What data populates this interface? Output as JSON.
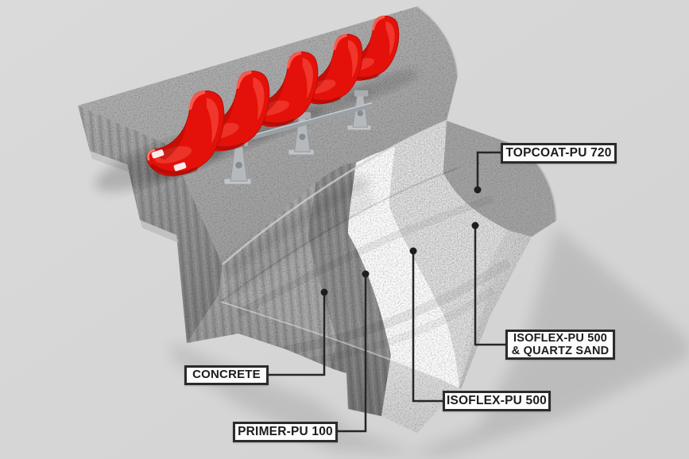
{
  "scene": {
    "background_color": "#d6d6d6",
    "seat_count": 5,
    "seat_color": "#e31109"
  },
  "labels": {
    "topcoat": {
      "text": "TOPCOAT-PU 720"
    },
    "isoflex_quartz": {
      "line1": "ISOFLEX-PU 500",
      "line2": "& QUARTZ SAND"
    },
    "isoflex": {
      "text": "ISOFLEX-PU 500"
    },
    "primer": {
      "text": "PRIMER-PU 100"
    },
    "concrete": {
      "text": "CONCRETE"
    }
  },
  "materials": {
    "concrete_color": "#a6a6a6",
    "primer_color": "#8d8d8d",
    "membrane_color": "#fbfbfb",
    "quartz_color": "#f4f4f4",
    "topcoat_color": "#a8a8a8",
    "label_background": "#fcfcfc",
    "label_border": "#2b2b2b",
    "leader_line_color": "#262626"
  }
}
